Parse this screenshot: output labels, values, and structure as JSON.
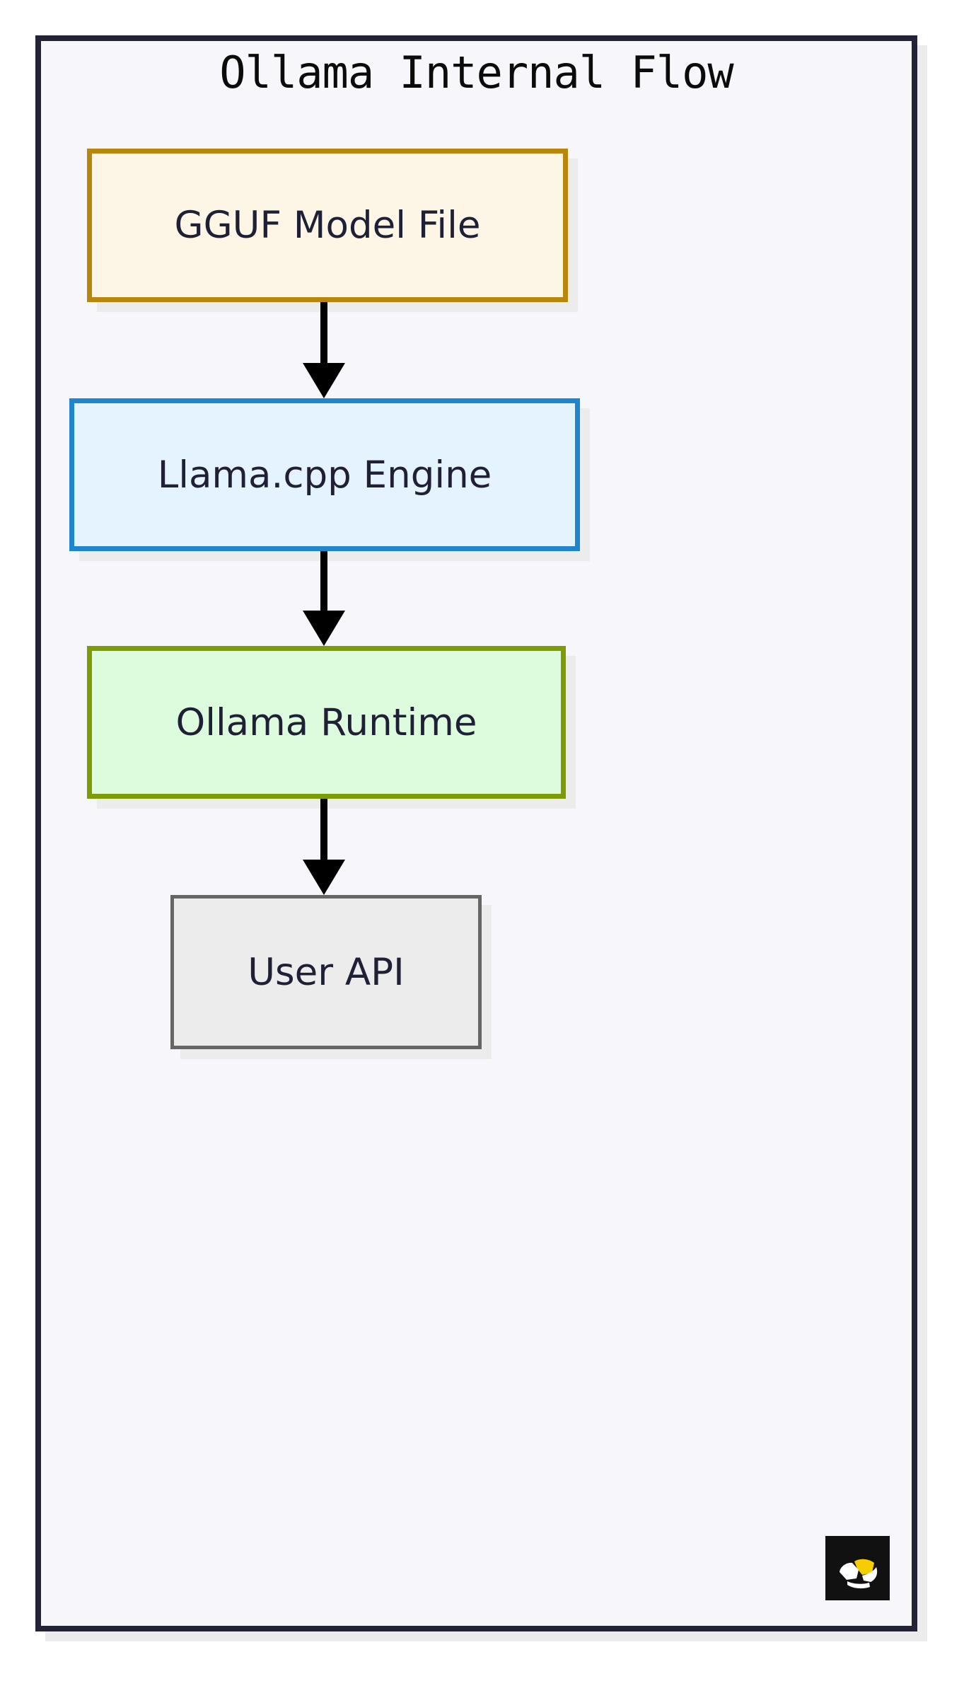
{
  "diagram": {
    "title": "Ollama Internal Flow",
    "type": "flowchart",
    "direction": "top-to-bottom",
    "colors": {
      "frame_border": "#232338",
      "frame_background": "#f7f7fb",
      "shadow": "#ececec",
      "arrow": "#000000",
      "text": "#1f1f35",
      "title_text": "#0b0b0b"
    },
    "nodes": [
      {
        "id": "gguf",
        "label": "GGUF Model File",
        "fill": "#fdf6e6",
        "border": "#b8860b"
      },
      {
        "id": "llama",
        "label": "Llama.cpp Engine",
        "fill": "#e4f3fd",
        "border": "#1f86cd"
      },
      {
        "id": "runtime",
        "label": "Ollama Runtime",
        "fill": "#ddfcdd",
        "border": "#7d9c04"
      },
      {
        "id": "userapi",
        "label": "User API",
        "fill": "#ececec",
        "border": "#666666"
      }
    ],
    "edges": [
      {
        "from": "gguf",
        "to": "llama",
        "label": ""
      },
      {
        "from": "llama",
        "to": "runtime",
        "label": ""
      },
      {
        "from": "runtime",
        "to": "userapi",
        "label": ""
      }
    ],
    "logo": {
      "name": "mermaid-logo",
      "background": "#111111",
      "accent": "#f5cd00",
      "shape": "#ffffff"
    }
  }
}
